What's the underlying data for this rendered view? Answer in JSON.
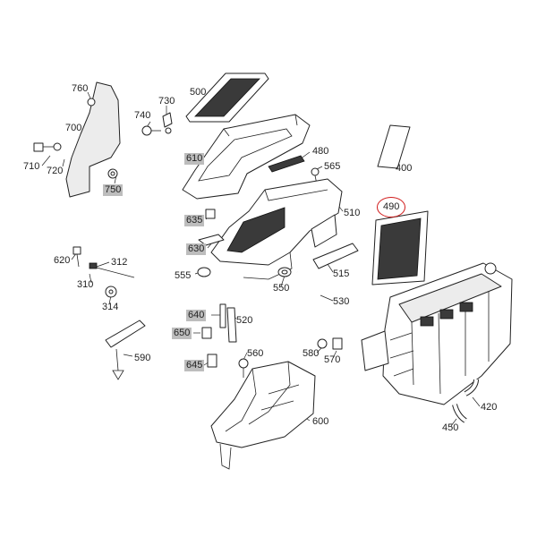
{
  "colors": {
    "highlight_fill": "#bdbdbd",
    "circle_stroke": "#d11a1a",
    "ink": "#222222"
  },
  "labels": {
    "p760": "760",
    "p730": "730",
    "p500": "500",
    "p740": "740",
    "p700": "700",
    "p710": "710",
    "p720": "720",
    "p750": "750",
    "p610": "610",
    "p480": "480",
    "p565": "565",
    "p400": "400",
    "p490": "490",
    "p510": "510",
    "p635": "635",
    "p630": "630",
    "p620": "620",
    "p312": "312",
    "p310": "310",
    "p314": "314",
    "p555": "555",
    "p550": "550",
    "p515": "515",
    "p530": "530",
    "p640": "640",
    "p520": "520",
    "p650": "650",
    "p590": "590",
    "p645": "645",
    "p560": "560",
    "p580": "580",
    "p570": "570",
    "p600": "600",
    "p420": "420",
    "p450": "450"
  }
}
